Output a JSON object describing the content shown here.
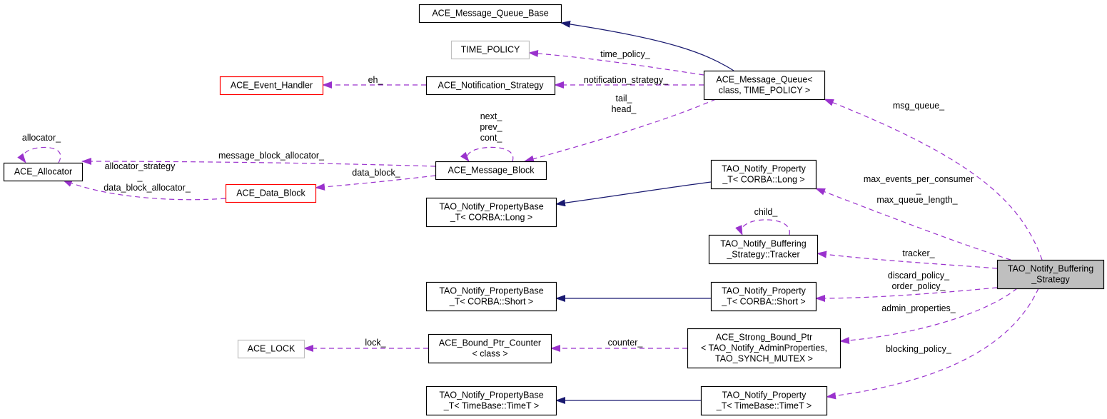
{
  "colors": {
    "dependency_edge": "#9a32cd",
    "inheritance_edge": "#191970",
    "node_border": "#000000",
    "node_border_external": "#bfbfbf",
    "node_border_truncated": "#ff0000",
    "focus_fill": "#bfbfbf"
  },
  "nodes": [
    {
      "id": "mqbase",
      "lines": [
        "ACE_Message_Queue_Base"
      ],
      "style": "normal"
    },
    {
      "id": "timepolicy",
      "lines": [
        "TIME_POLICY"
      ],
      "style": "external"
    },
    {
      "id": "eventhandler",
      "lines": [
        "ACE_Event_Handler"
      ],
      "style": "truncated"
    },
    {
      "id": "notifstrategy",
      "lines": [
        "ACE_Notification_Strategy"
      ],
      "style": "normal"
    },
    {
      "id": "mq",
      "lines": [
        "ACE_Message_Queue<",
        "class, TIME_POLICY >"
      ],
      "style": "normal"
    },
    {
      "id": "allocator",
      "lines": [
        "ACE_Allocator"
      ],
      "style": "normal"
    },
    {
      "id": "mb",
      "lines": [
        "ACE_Message_Block"
      ],
      "style": "normal"
    },
    {
      "id": "db",
      "lines": [
        "ACE_Data_Block"
      ],
      "style": "truncated"
    },
    {
      "id": "proplong",
      "lines": [
        "TAO_Notify_Property",
        "_T< CORBA::Long >"
      ],
      "style": "normal"
    },
    {
      "id": "pblong",
      "lines": [
        "TAO_Notify_PropertyBase",
        "_T< CORBA::Long >"
      ],
      "style": "normal"
    },
    {
      "id": "tracker",
      "lines": [
        "TAO_Notify_Buffering",
        "_Strategy::Tracker"
      ],
      "style": "normal"
    },
    {
      "id": "bufstrat",
      "lines": [
        "TAO_Notify_Buffering",
        "_Strategy"
      ],
      "style": "focus"
    },
    {
      "id": "pbshort",
      "lines": [
        "TAO_Notify_PropertyBase",
        "_T< CORBA::Short >"
      ],
      "style": "normal"
    },
    {
      "id": "propshort",
      "lines": [
        "TAO_Notify_Property",
        "_T< CORBA::Short >"
      ],
      "style": "normal"
    },
    {
      "id": "acelock",
      "lines": [
        "ACE_LOCK"
      ],
      "style": "external"
    },
    {
      "id": "bpc",
      "lines": [
        "ACE_Bound_Ptr_Counter",
        "< class >"
      ],
      "style": "normal"
    },
    {
      "id": "sbp",
      "lines": [
        "ACE_Strong_Bound_Ptr",
        "< TAO_Notify_AdminProperties,",
        "TAO_SYNCH_MUTEX >"
      ],
      "style": "normal"
    },
    {
      "id": "pbtime",
      "lines": [
        "TAO_Notify_PropertyBase",
        "_T< TimeBase::TimeT >"
      ],
      "style": "normal"
    },
    {
      "id": "proptime",
      "lines": [
        "TAO_Notify_Property",
        "_T< TimeBase::TimeT >"
      ],
      "style": "normal"
    }
  ],
  "edges": [
    {
      "id": "mq-mqbase",
      "kind": "inheritance",
      "from": "mq",
      "to": "mqbase",
      "label": []
    },
    {
      "id": "mq-timepolicy",
      "kind": "dependency",
      "from": "mq",
      "to": "timepolicy",
      "label": [
        "time_policy_"
      ]
    },
    {
      "id": "mq-notif",
      "kind": "dependency",
      "from": "mq",
      "to": "notifstrategy",
      "label": [
        "notification_strategy_"
      ]
    },
    {
      "id": "notif-eh",
      "kind": "dependency",
      "from": "notifstrategy",
      "to": "eventhandler",
      "label": [
        "eh_"
      ]
    },
    {
      "id": "mq-mb",
      "kind": "dependency",
      "from": "mq",
      "to": "mb",
      "label": [
        "tail_",
        "head_"
      ]
    },
    {
      "id": "mb-self",
      "kind": "dependency",
      "from": "mb",
      "to": "mb",
      "label": [
        "next_",
        "prev_",
        "cont_"
      ]
    },
    {
      "id": "alloc-self",
      "kind": "dependency",
      "from": "allocator",
      "to": "allocator",
      "label": [
        "allocator_"
      ]
    },
    {
      "id": "mb-alloc",
      "kind": "dependency",
      "from": "mb",
      "to": "allocator",
      "label": [
        "message_block_allocator_"
      ]
    },
    {
      "id": "db-alloc",
      "kind": "dependency",
      "from": "db",
      "to": "allocator",
      "label": [
        "allocator_strategy",
        "_",
        "data_block_allocator_"
      ]
    },
    {
      "id": "mb-db",
      "kind": "dependency",
      "from": "mb",
      "to": "db",
      "label": [
        "data_block_"
      ]
    },
    {
      "id": "proplong-pblong",
      "kind": "inheritance",
      "from": "proplong",
      "to": "pblong",
      "label": []
    },
    {
      "id": "bs-mq",
      "kind": "dependency",
      "from": "bufstrat",
      "to": "mq",
      "label": [
        "msg_queue_"
      ]
    },
    {
      "id": "bs-proplong",
      "kind": "dependency",
      "from": "bufstrat",
      "to": "proplong",
      "label": [
        "max_events_per_consumer",
        "_",
        "max_queue_length_"
      ]
    },
    {
      "id": "tracker-self",
      "kind": "dependency",
      "from": "tracker",
      "to": "tracker",
      "label": [
        "child_"
      ]
    },
    {
      "id": "bs-tracker",
      "kind": "dependency",
      "from": "bufstrat",
      "to": "tracker",
      "label": [
        "tracker_"
      ]
    },
    {
      "id": "bs-propshort",
      "kind": "dependency",
      "from": "bufstrat",
      "to": "propshort",
      "label": [
        "discard_policy_",
        "order_policy_"
      ]
    },
    {
      "id": "propshort-pbshort",
      "kind": "inheritance",
      "from": "propshort",
      "to": "pbshort",
      "label": []
    },
    {
      "id": "bs-sbp",
      "kind": "dependency",
      "from": "bufstrat",
      "to": "sbp",
      "label": [
        "admin_properties_"
      ]
    },
    {
      "id": "sbp-bpc",
      "kind": "dependency",
      "from": "sbp",
      "to": "bpc",
      "label": [
        "counter_"
      ]
    },
    {
      "id": "bpc-lock",
      "kind": "dependency",
      "from": "bpc",
      "to": "acelock",
      "label": [
        "lock_"
      ]
    },
    {
      "id": "bs-proptime",
      "kind": "dependency",
      "from": "bufstrat",
      "to": "proptime",
      "label": [
        "blocking_policy_"
      ]
    },
    {
      "id": "proptime-pbtime",
      "kind": "inheritance",
      "from": "proptime",
      "to": "pbtime",
      "label": []
    }
  ]
}
